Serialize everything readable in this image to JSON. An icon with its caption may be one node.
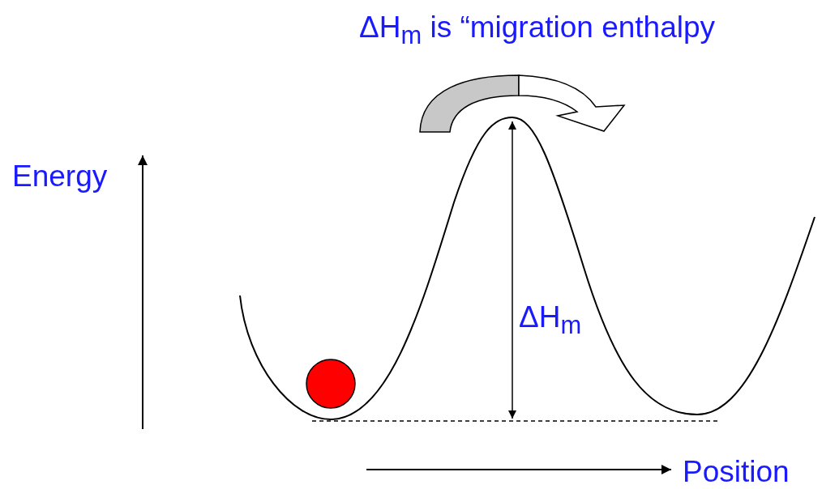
{
  "diagram": {
    "title": "ΔH$_{m}$ is “migration enthalpy",
    "labels": [
      "Energy",
      "ΔH$_{m}$",
      "Position"
    ]
  }
}
